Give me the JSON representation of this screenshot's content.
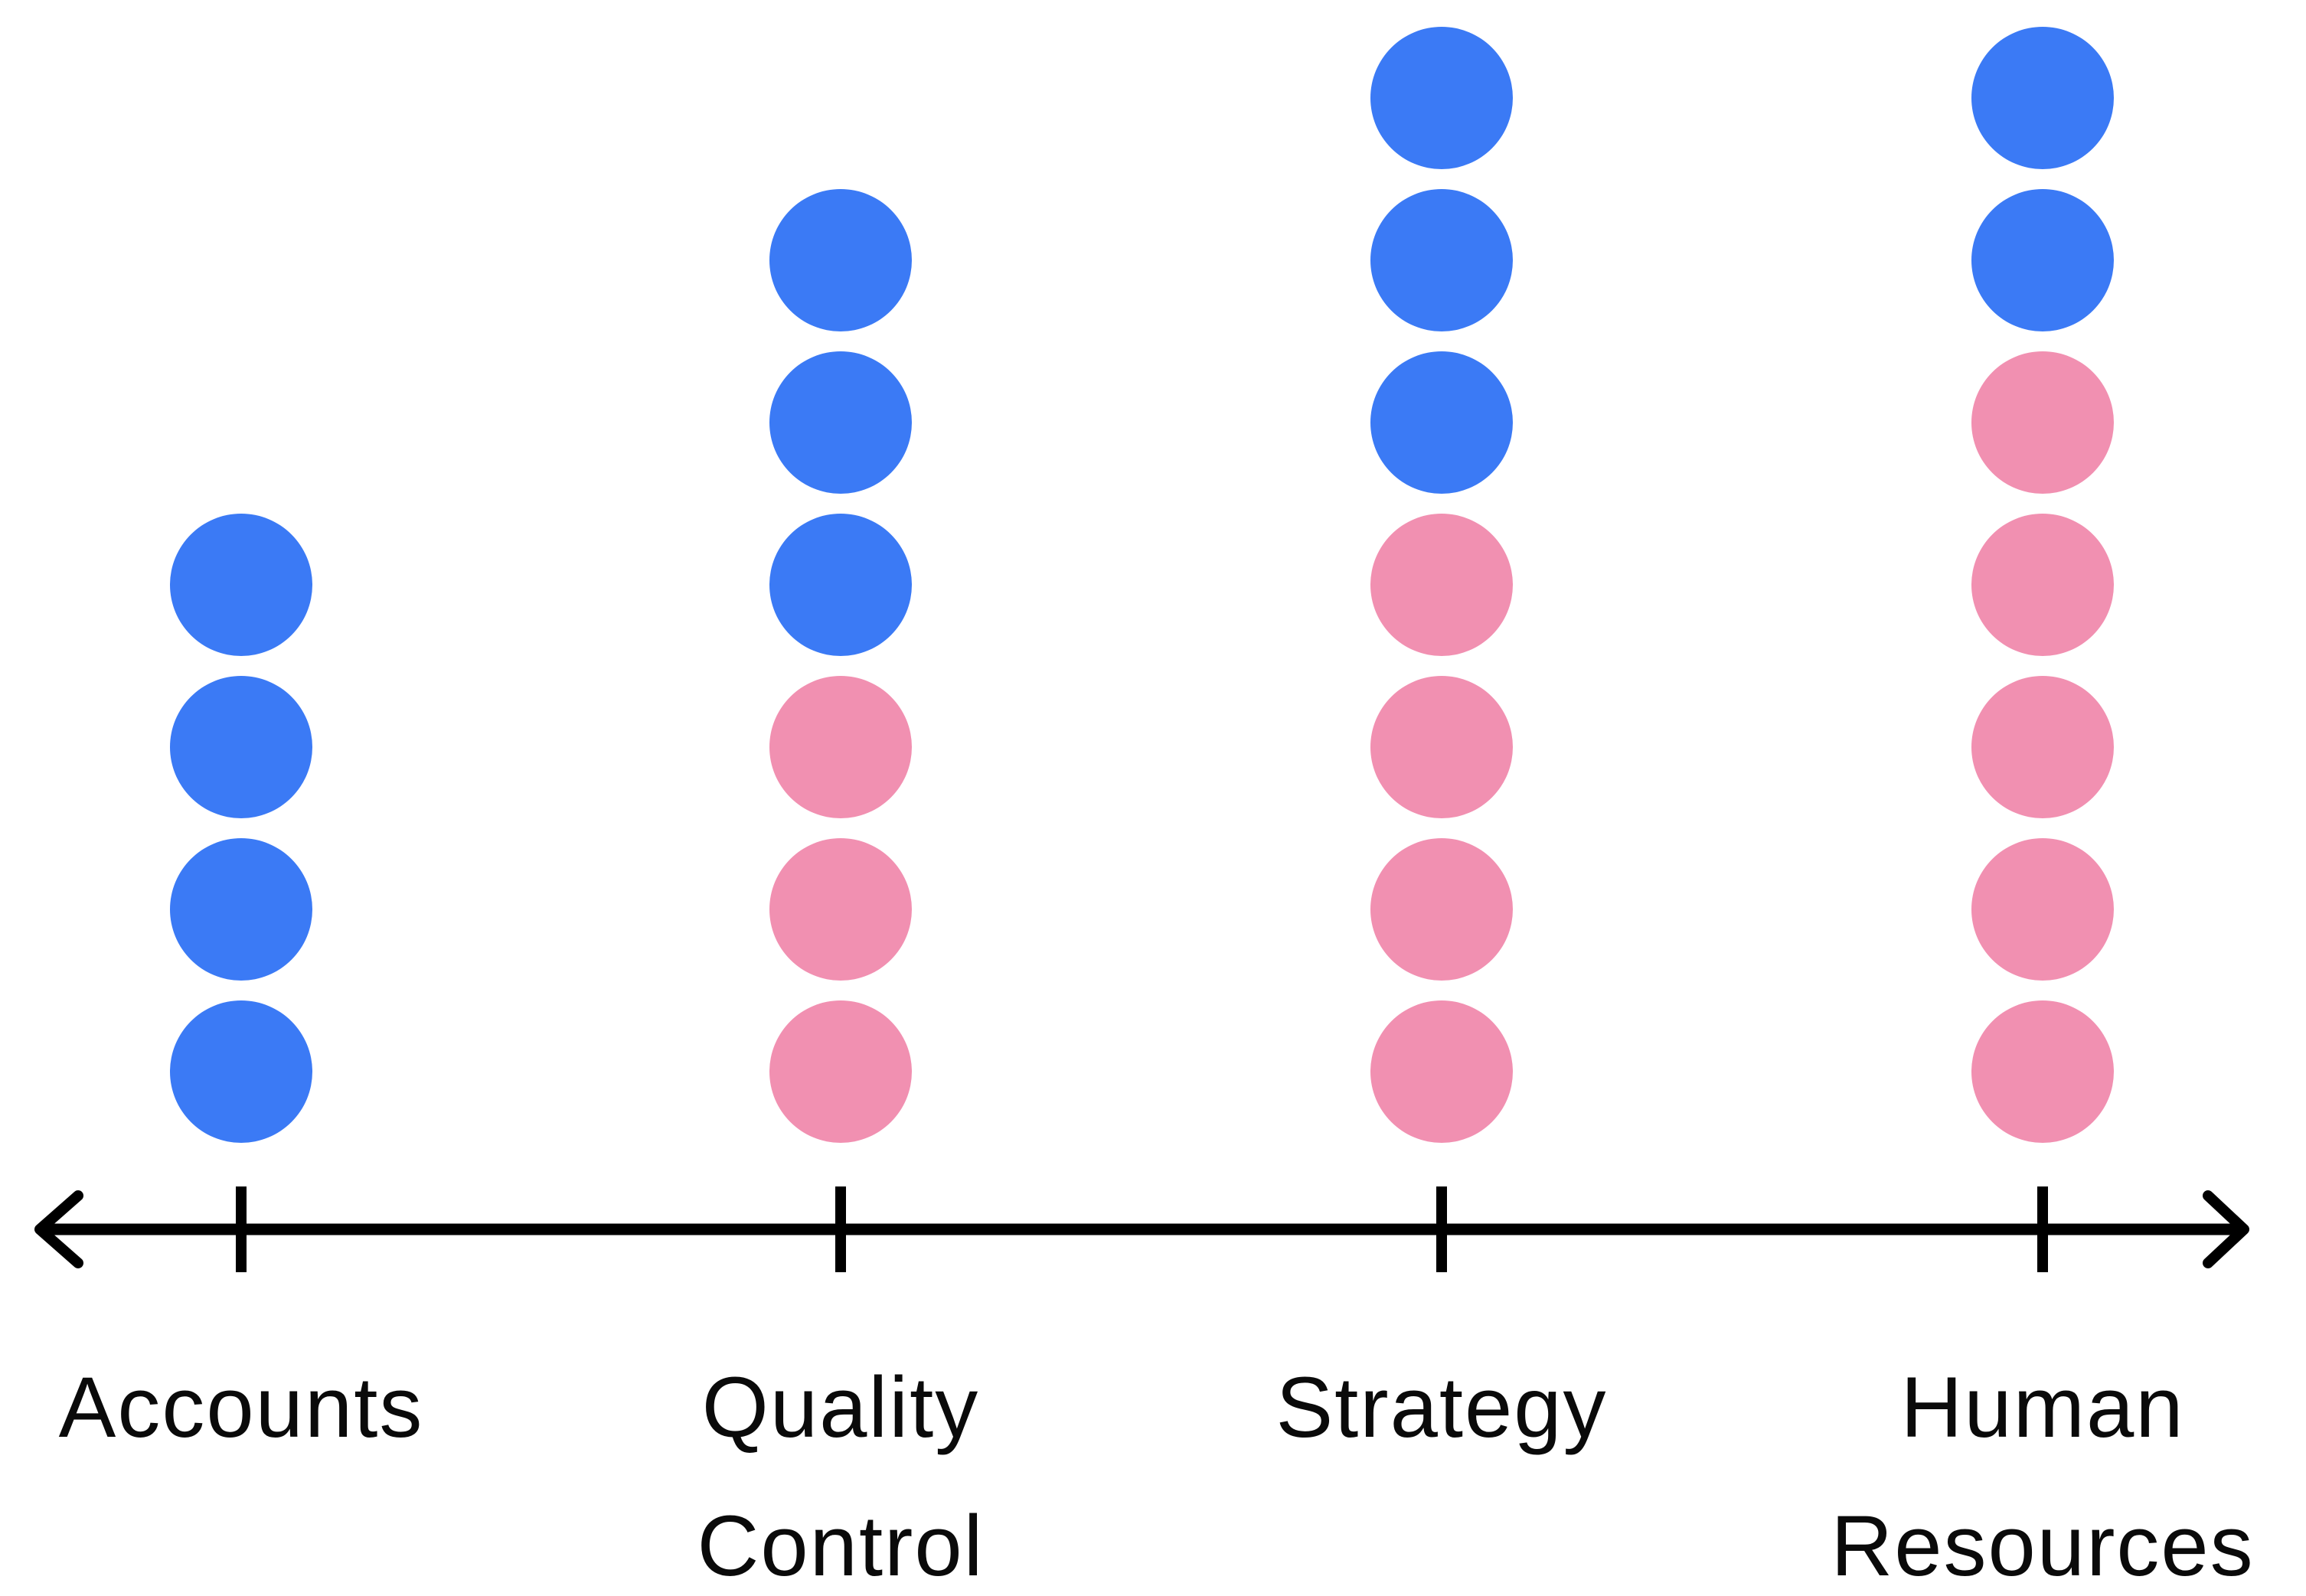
{
  "chart_data": {
    "type": "pictograph",
    "title": "",
    "description": "Stacked dot plot of counts per department, blue dots stacked on top of pink dots",
    "categories": [
      "Accounts",
      "Quality Control",
      "Strategy",
      "Human Resources"
    ],
    "label_lines": [
      [
        "Accounts"
      ],
      [
        "Quality",
        "Control"
      ],
      [
        "Strategy"
      ],
      [
        "Human",
        "Resources"
      ]
    ],
    "series": [
      {
        "name": "blue",
        "color": "#3B7AF5",
        "values": [
          4,
          3,
          3,
          2
        ]
      },
      {
        "name": "pink",
        "color": "#F190B1",
        "values": [
          0,
          3,
          4,
          5
        ]
      }
    ],
    "totals": [
      4,
      6,
      7,
      7
    ],
    "stack_order_bottom_to_top": [
      "pink",
      "blue"
    ],
    "dot_value": 1,
    "xlabel": "",
    "ylabel": "",
    "legend": "none",
    "axis": {
      "orientation": "horizontal",
      "style": "double-arrow line with tick per category",
      "color": "#000000",
      "grid": false
    }
  }
}
